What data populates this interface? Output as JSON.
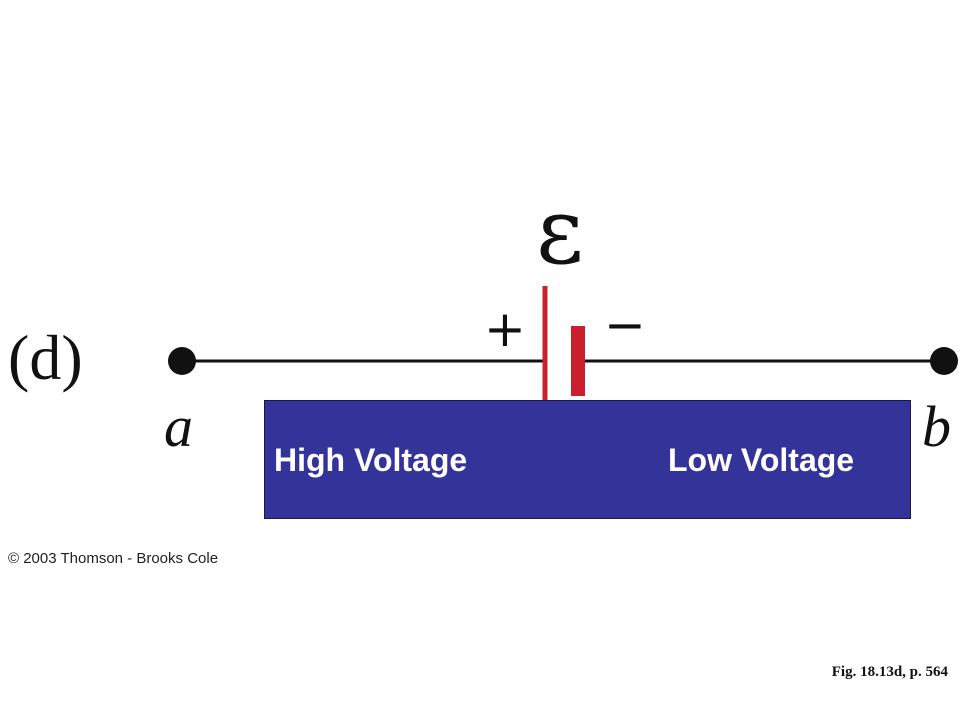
{
  "diagram": {
    "panel_label": "(d)",
    "terminal_a": "a",
    "terminal_b": "b",
    "emf_symbol": "ε",
    "positive_sign": "+",
    "negative_sign": "−",
    "voltage_box": {
      "high_label": "High Voltage",
      "low_label": "Low Voltage"
    },
    "colors": {
      "wire": "#111111",
      "battery_plate": "#cc1f2e",
      "voltage_box_fill": "#333399",
      "voltage_text": "#ffffff"
    }
  },
  "footer": {
    "copyright": "© 2003 Thomson - Brooks Cole",
    "figure_caption": "Fig. 18.13d, p. 564"
  }
}
